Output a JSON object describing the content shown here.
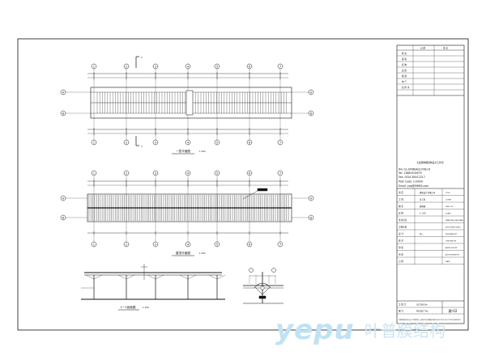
{
  "drawing": {
    "title": "",
    "views": {
      "plan1": {
        "label": "一层平面图",
        "scale": "1:100"
      },
      "plan2": {
        "label": "屋顶平面图",
        "scale": "1:100"
      },
      "section": {
        "label": "1一1剖面图",
        "scale": "1:100"
      },
      "section_mark": "1"
    },
    "grid_labels": [
      "1",
      "2",
      "3",
      "4",
      "5",
      "6",
      "7"
    ],
    "row_labels": [
      "A",
      "B"
    ]
  },
  "title_block": {
    "revision_header": [
      "日 期",
      "签 名"
    ],
    "revision_rows": [
      "修 改",
      "建 筑",
      "结 构",
      "设 备",
      "暖 通",
      "电 气",
      "给 排 水"
    ],
    "company": "大连钢构钢结构设计工作室",
    "address": "地址:大连 某区钢结构设计有限公司",
    "tel": "Tel:  13889102679",
    "fax": "Fax:  0024 85412217",
    "post": "Post Code: 110000",
    "email": "Email: yep@MM63.com",
    "rows": [
      {
        "label": "项 目",
        "value": "建筑设计有限公司",
        "en": "TITLE"
      },
      {
        "label": "工 程",
        "value": "某工程",
        "en": "CLIENT"
      },
      {
        "label": "图 名",
        "value": "建筑图",
        "en": "DWG. NO."
      },
      {
        "label": "比 例",
        "value": "1: 100",
        "en": "SCALE"
      },
      {
        "label": "专业负责",
        "value": "",
        "en": "DRAFTING DESIGNER"
      },
      {
        "label": "工种负责",
        "value": "",
        "en": "DISCIPLINE DESIG"
      },
      {
        "label": "设 计",
        "value": "张三",
        "en": "DESIGNED BY"
      },
      {
        "label": "校 对",
        "value": "",
        "en": "CHECKED BY"
      },
      {
        "label": "审 核",
        "value": "",
        "en": "APPROVED BY"
      },
      {
        "label": "审 定",
        "value": "",
        "en": "AUTHORIZED BY"
      },
      {
        "label": "日 期",
        "value": "",
        "en": "DATE"
      }
    ],
    "footer": [
      {
        "label": "工 程 号",
        "value": "LOCD06 No.",
        "en": "JOB ITEM"
      },
      {
        "label": "图 号",
        "value": "PROJECT No.",
        "en": "PROJECT"
      }
    ],
    "sheet_no": "建-02",
    "stamp_note": "本图纸版权归本设计工作室所有，未经许可不得复制 REPRODUCTION OR COPY PROHIBITED"
  },
  "watermark": {
    "latin": "yepu",
    "cjk": "叶普膜结构"
  }
}
